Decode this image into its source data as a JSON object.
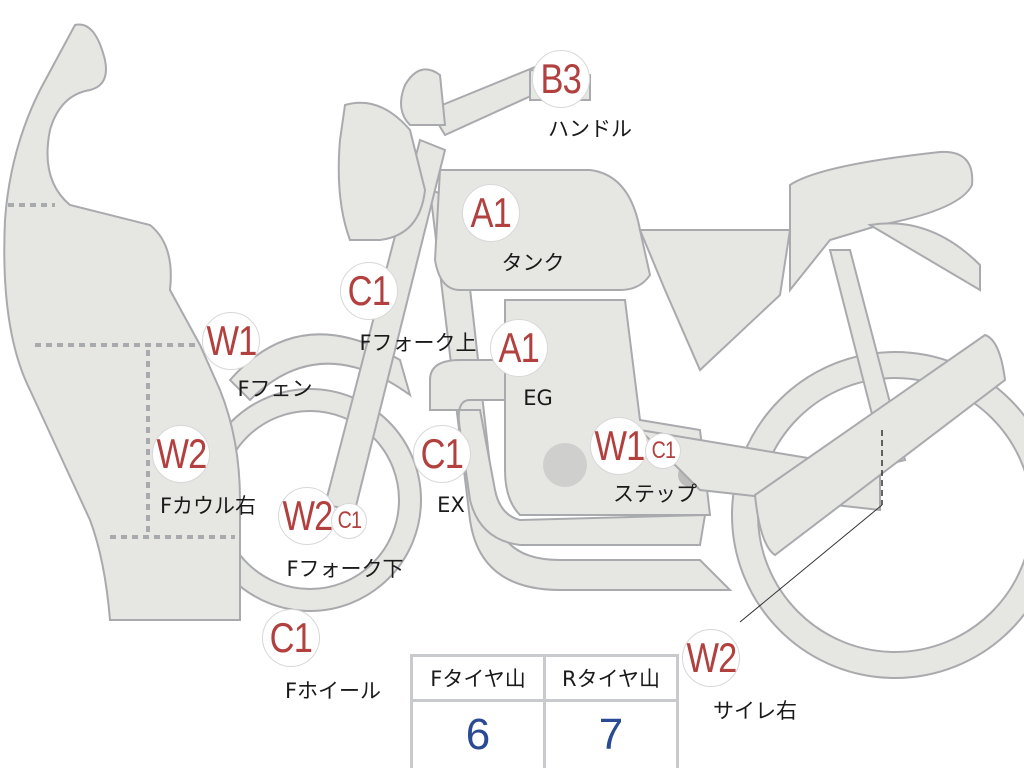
{
  "colors": {
    "part_fill": "#e6e6e3",
    "part_stroke": "#a9aaad",
    "marker_text": "#b2403f",
    "value_text": "#2a4a94"
  },
  "markers": [
    {
      "code": "B3",
      "label": "ハンドル"
    },
    {
      "code": "A1",
      "label": "タンク"
    },
    {
      "code": "C1",
      "label": "Fフォーク上"
    },
    {
      "code": "A1",
      "label": "EG"
    },
    {
      "code": "W1",
      "label": "Fフェン"
    },
    {
      "code": "W2",
      "label": "Fカウル右"
    },
    {
      "code": "W2",
      "sub_code": "C1",
      "label": "Fフォーク下"
    },
    {
      "code": "C1",
      "label": "EX"
    },
    {
      "code": "W1",
      "sub_code": "C1",
      "label": "ステップ"
    },
    {
      "code": "C1",
      "label": "Fホイール"
    },
    {
      "code": "W2",
      "label": "サイレ右"
    }
  ],
  "tire_table": {
    "headers": [
      "Fタイヤ山",
      "Rタイヤ山"
    ],
    "values": [
      "6",
      "7"
    ]
  }
}
